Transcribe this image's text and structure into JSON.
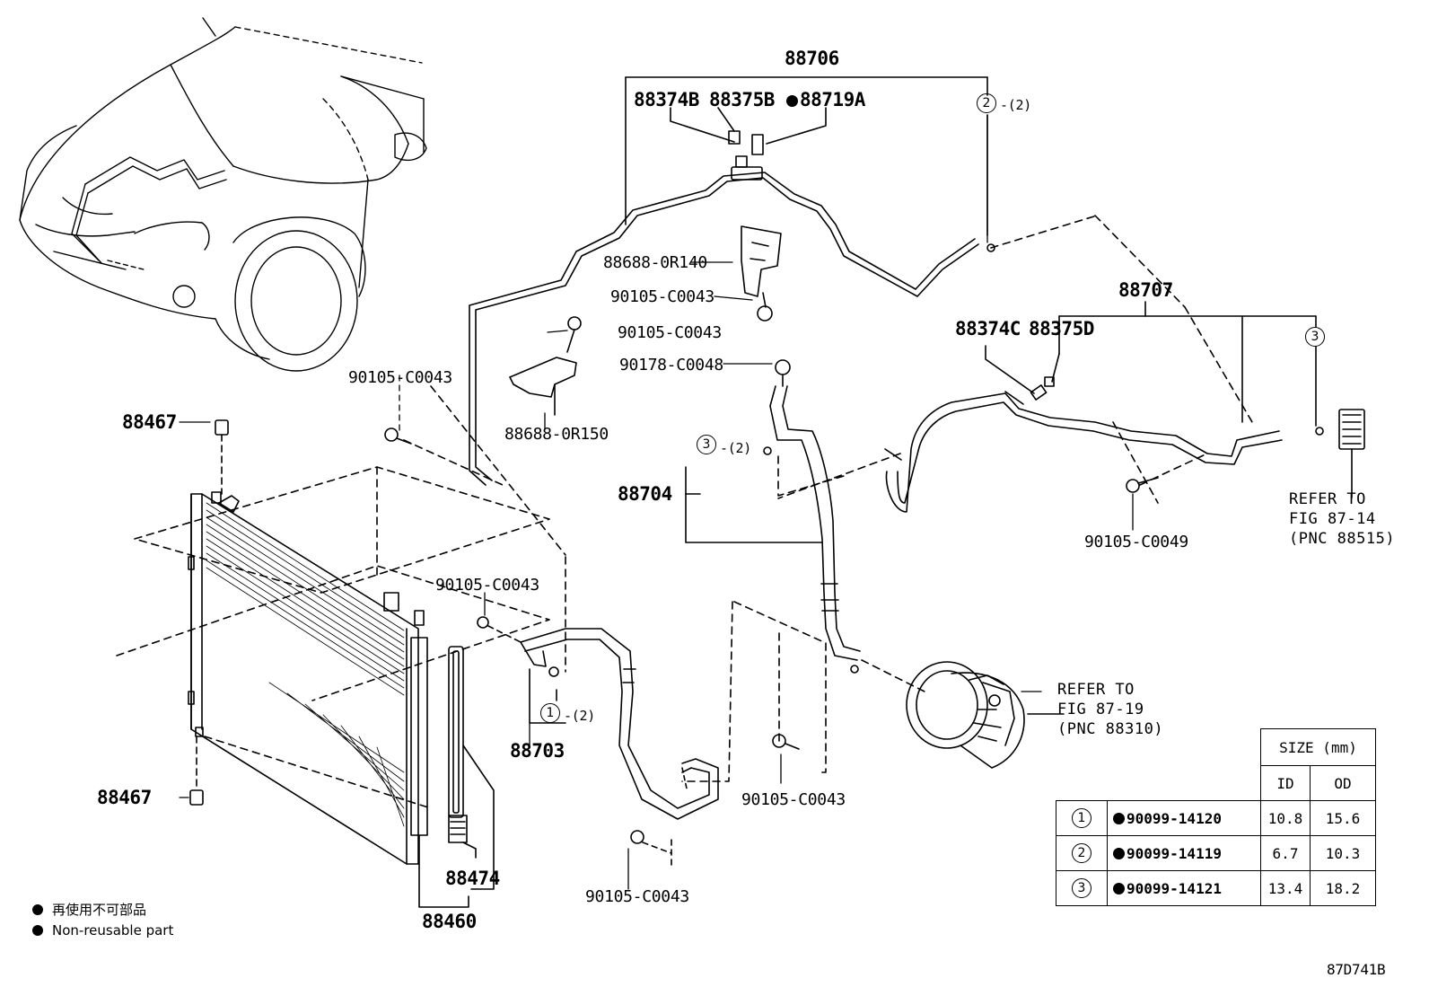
{
  "callouts": {
    "p88706": "88706",
    "p88374B": "88374B",
    "p88375B": "88375B",
    "p88719A": "88719A",
    "p88688_0R140": "88688-0R140",
    "bolt_c0043_a": "90105-C0043",
    "bolt_c0043_b": "90105-C0043",
    "p90178_c0048": "90178-C0048",
    "p88688_0R150": "88688-0R150",
    "bolt_c0043_c": "90105-C0043",
    "p88467_top": "88467",
    "p88707": "88707",
    "p88374C": "88374C",
    "p88375D": "88375D",
    "p88704": "88704",
    "bolt_c0049": "90105-C0049",
    "bolt_c0043_d": "90105-C0043",
    "p88703": "88703",
    "p88467_bottom": "88467",
    "bolt_c0043_e": "90105-C0043",
    "bolt_c0043_f": "90105-C0043",
    "p88474": "88474",
    "p88460": "88460",
    "qty_2a": "-(2)",
    "qty_2b": "-(2)",
    "qty_2c": "-(2)"
  },
  "circled": {
    "one": "1",
    "two": "2",
    "three": "3"
  },
  "references": {
    "fig87_14": "REFER TO\nFIG 87-14\n(PNC 88515)",
    "fig87_19": "REFER TO\nFIG 87-19\n(PNC 88310)"
  },
  "size_table": {
    "header": "SIZE (mm)",
    "col_id": "ID",
    "col_od": "OD",
    "rows": [
      {
        "mark": "1",
        "part": "90099-14120",
        "id": "10.8",
        "od": "15.6"
      },
      {
        "mark": "2",
        "part": "90099-14119",
        "id": "6.7",
        "od": "10.3"
      },
      {
        "mark": "3",
        "part": "90099-14121",
        "id": "13.4",
        "od": "18.2"
      }
    ]
  },
  "legend": {
    "jp": "再使用不可部品",
    "en": "Non-reusable part"
  },
  "figure_code": "87D741B"
}
